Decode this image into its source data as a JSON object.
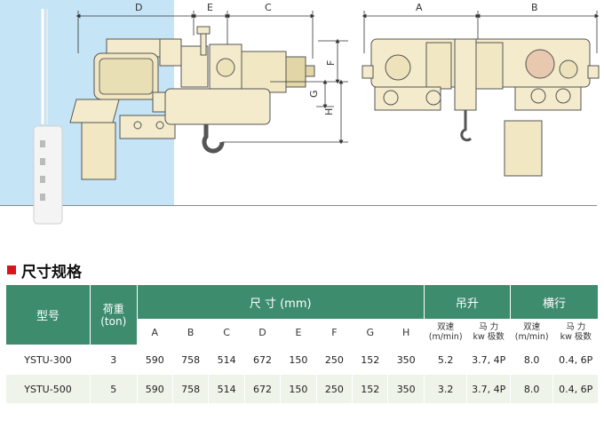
{
  "diagram": {
    "dimension_labels": {
      "D": "D",
      "E": "E",
      "C": "C",
      "A": "A",
      "B": "B",
      "F": "F",
      "G": "G",
      "H": "H"
    }
  },
  "section": {
    "title": "尺寸规格"
  },
  "table": {
    "header": {
      "model": "型号",
      "load_line1": "荷重",
      "load_line2": "(ton)",
      "dimensions": "尺 寸 (mm)",
      "hoist": "吊升",
      "traverse": "横行",
      "dim_cols": [
        "A",
        "B",
        "C",
        "D",
        "E",
        "F",
        "G",
        "H"
      ],
      "hoist_speed_line1": "双速",
      "hoist_speed_line2": "(m/min)",
      "hoist_power_line1": "马 力",
      "hoist_power_line2": "kw 极数",
      "trav_speed_line1": "双速",
      "trav_speed_line2": "(m/min)",
      "trav_power_line1": "马 力",
      "trav_power_line2": "kw 极数"
    },
    "rows": [
      {
        "model": "YSTU-300",
        "load": "3",
        "A": "590",
        "B": "758",
        "C": "514",
        "D": "672",
        "E": "150",
        "F": "250",
        "G": "152",
        "H": "350",
        "hoist_speed": "5.2",
        "hoist_power": "3.7, 4P",
        "trav_speed": "8.0",
        "trav_power": "0.4, 6P"
      },
      {
        "model": "YSTU-500",
        "load": "5",
        "A": "590",
        "B": "758",
        "C": "514",
        "D": "672",
        "E": "150",
        "F": "250",
        "G": "152",
        "H": "350",
        "hoist_speed": "3.2",
        "hoist_power": "3.7, 4P",
        "trav_speed": "8.0",
        "trav_power": "0.4, 6P"
      }
    ]
  }
}
